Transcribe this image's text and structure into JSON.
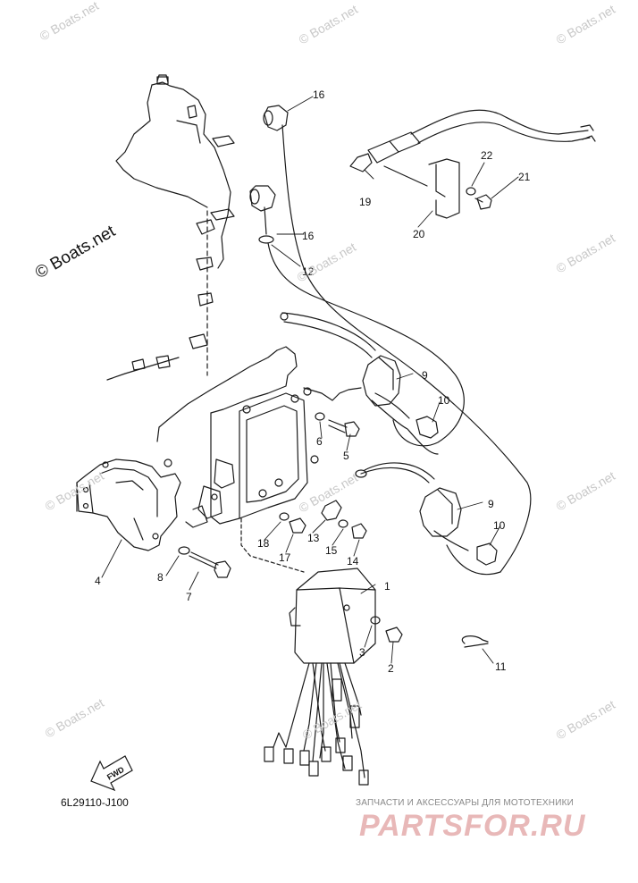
{
  "part_labels": [
    "1",
    "2",
    "3",
    "4",
    "5",
    "6",
    "7",
    "8",
    "9",
    "9",
    "10",
    "10",
    "11",
    "12",
    "13",
    "14",
    "15",
    "16",
    "16",
    "17",
    "18",
    "19",
    "20",
    "21",
    "22"
  ],
  "watermark": "© Boats.net",
  "diagram_code": "6L29110-J100",
  "fwd_label": "FWD",
  "promo": {
    "text": "ЗАПЧАСТИ И АКСЕССУАРЫ ДЛЯ МОТОТЕХНИКИ",
    "logo": "PARTSFOR.RU"
  }
}
